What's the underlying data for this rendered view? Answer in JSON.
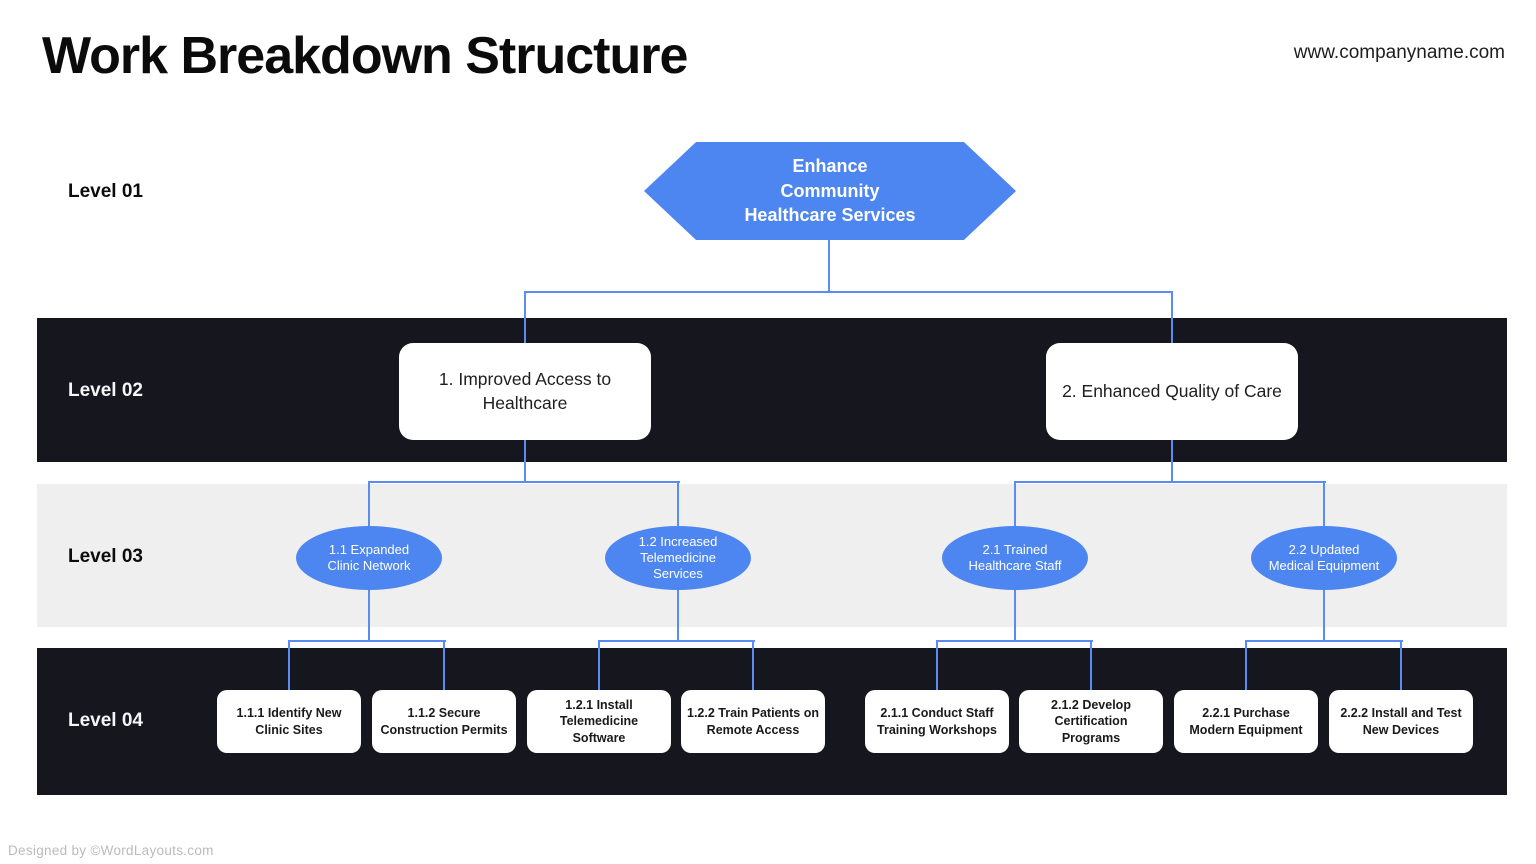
{
  "header": {
    "title": "Work Breakdown Structure",
    "website": "www.companyname.com"
  },
  "levels": {
    "level1_label": "Level 01",
    "level2_label": "Level 02",
    "level3_label": "Level 03",
    "level4_label": "Level 04"
  },
  "diagram": {
    "root": {
      "label": "Enhance\nCommunity\nHealthcare Services"
    },
    "level2": [
      {
        "label": "1. Improved Access to Healthcare"
      },
      {
        "label": "2. Enhanced Quality of Care"
      }
    ],
    "level3": [
      {
        "label": "1.1 Expanded Clinic Network"
      },
      {
        "label": "1.2 Increased Telemedicine Services"
      },
      {
        "label": "2.1 Trained Healthcare Staff"
      },
      {
        "label": "2.2 Updated Medical Equipment"
      }
    ],
    "level4": [
      {
        "label": "1.1.1 Identify New Clinic Sites"
      },
      {
        "label": "1.1.2 Secure Construction Permits"
      },
      {
        "label": "1.2.1 Install Telemedicine Software"
      },
      {
        "label": "1.2.2 Train Patients on Remote Access"
      },
      {
        "label": "2.1.1 Conduct Staff Training Workshops"
      },
      {
        "label": "2.1.2 Develop Certification Programs"
      },
      {
        "label": "2.2.1 Purchase Modern Equipment"
      },
      {
        "label": "2.2.2 Install and Test New Devices"
      }
    ]
  },
  "colors": {
    "accent_blue": "#4d86f0",
    "connector_blue": "#5a8cf4",
    "dark_band": "#16161f",
    "light_band": "#efefef"
  },
  "footer": {
    "credit": "Designed by ©WordLayouts.com"
  }
}
